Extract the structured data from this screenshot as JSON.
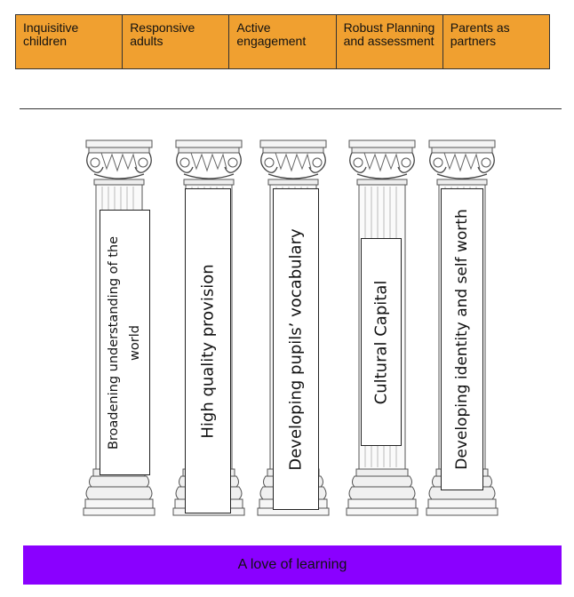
{
  "principles": [
    "Inquisitive children",
    "Responsive adults",
    "Active engagement",
    "Robust Planning and assessment",
    "Parents as partners"
  ],
  "pillars": [
    {
      "line1": "Broadening understanding of the",
      "line2": "world"
    },
    {
      "line1": "High quality provision"
    },
    {
      "line1": "Developing pupils’ vocabulary"
    },
    {
      "line1": "Cultural Capital"
    },
    {
      "line1": "Developing identity and self worth"
    }
  ],
  "foundation": "A love of learning",
  "colors": {
    "principle_fill": "#f0a030",
    "foundation_fill": "#8a00ff"
  }
}
